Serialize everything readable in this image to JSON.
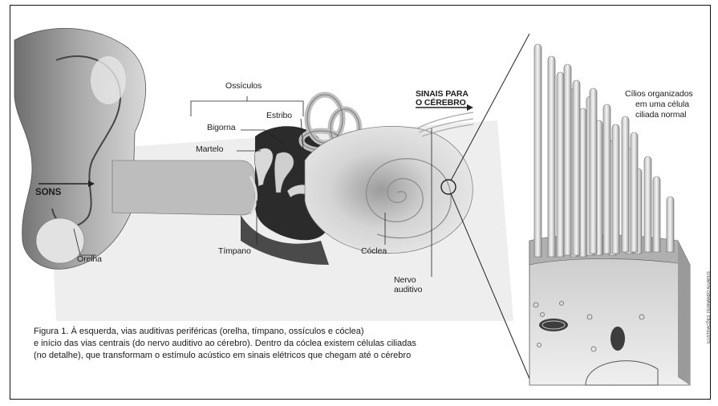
{
  "labels": {
    "ossiculos": "Ossículos",
    "bigorna": "Bigorna",
    "estribo": "Estribo",
    "martelo": "Martelo",
    "sons": "SONS",
    "timpano": "Tímpano",
    "orelha": "Orelha",
    "coclea": "Cóclea",
    "sinais_line1": "SINAIS PARA",
    "sinais_line2": "O CÉREBRO",
    "nervo_line1": "Nervo",
    "nervo_line2": "auditivo",
    "cilios_line1": "Cílios organizados",
    "cilios_line2": "em uma célula",
    "cilios_line3": "ciliada normal"
  },
  "caption": {
    "line1": "Figura 1. À esquerda, vias auditivas periféricas (orelha, tímpano, ossículos e cóclea)",
    "line2": "e início das vias centrais (do nervo auditivo ao cérebro). Dentro da cóclea existem células ciliadas",
    "line3": "(no detalhe), que transformam o estímulo acústico em sinais elétricos que chegam até o cérebro"
  },
  "credit": "ILUSTRAÇÕES: FERNANDO ALVARUS"
}
